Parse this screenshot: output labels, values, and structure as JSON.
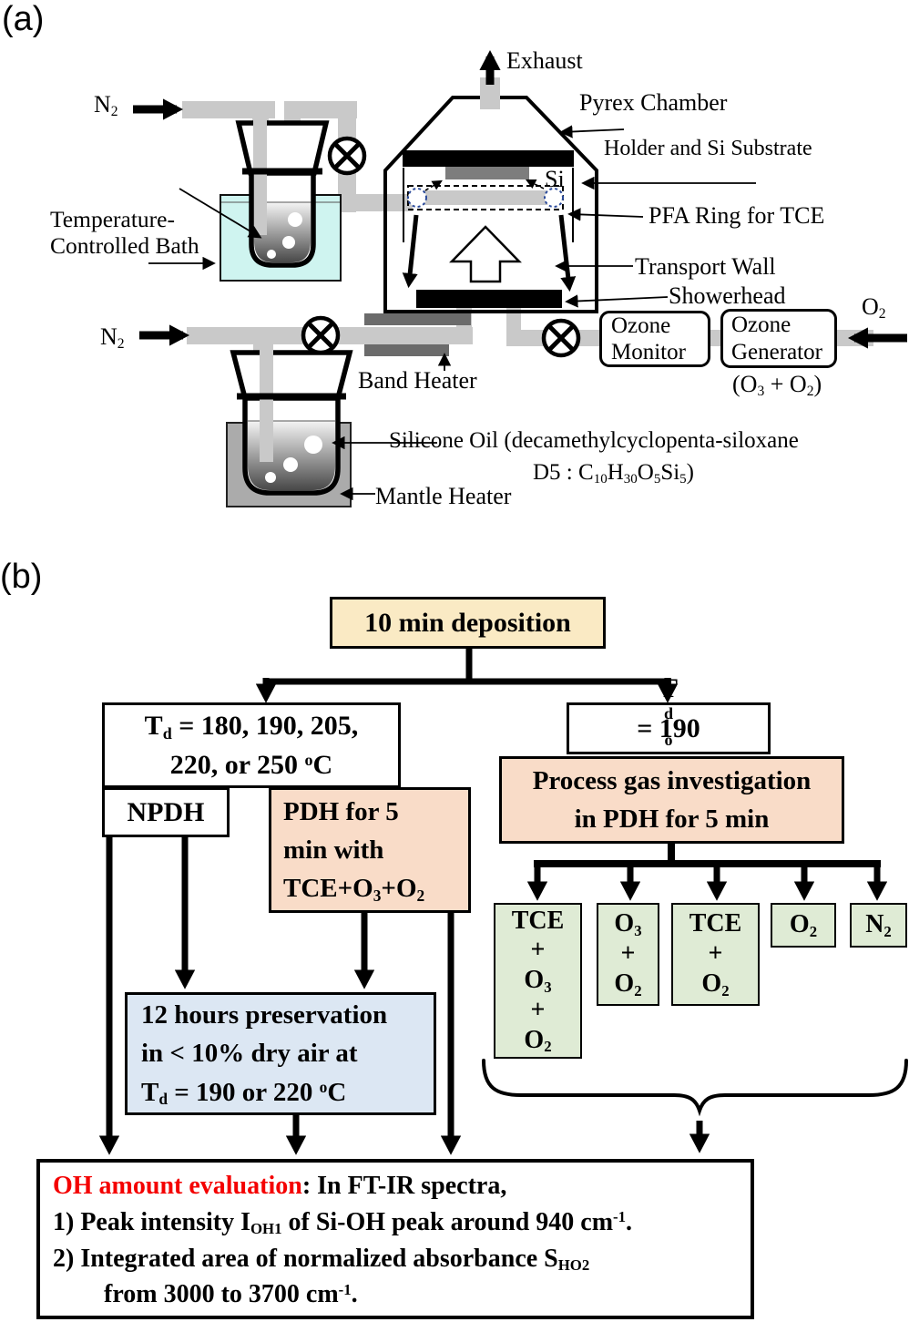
{
  "figure": {
    "type": "two-panel scientific figure"
  },
  "colors": {
    "deposition_fill": "#FAEAC4",
    "pink_fill": "#F9DCC8",
    "blue_fill": "#DCE7F3",
    "green_fill": "#DFEBD5",
    "bath_fill": "#CFF4F0",
    "pipe_gray": "#C9C9C9",
    "band_heater_dark": "#6B6B6B",
    "mantle_gray": "#ABABAB",
    "holder_black": "#000000",
    "substrate_gray": "#7D7D7D",
    "red_text": "#F40000"
  },
  "panel_a": {
    "label": "(a)",
    "labels": {
      "n2_top": "N<sub>2</sub>",
      "n2_bottom": "N<sub>2</sub>",
      "exhaust": "Exhaust",
      "pyrex_chamber": "Pyrex Chamber",
      "holder_substrate": "Holder and Si Substrate",
      "si": "Si",
      "pfa_ring": "PFA Ring for TCE",
      "transport_wall": "Transport Wall",
      "showerhead": "Showerhead",
      "o2_feed": "O<sub>2</sub>",
      "ozone_monitor_line1": "Ozone",
      "ozone_monitor_line2": "Monitor",
      "ozone_generator_line1": "Ozone",
      "ozone_generator_line2": "Generator",
      "o3_plus_o2": "(O<sub>3</sub> + O<sub>2</sub>)",
      "temp_bath_line1": "Temperature-",
      "temp_bath_line2": "Controlled Bath",
      "band_heater": "Band Heater",
      "silicone_oil_line1": "Silicone Oil  (decamethylcyclopenta-siloxane",
      "silicone_oil_line2": "D5 : C<sub>10</sub>H<sub>30</sub>O<sub>5</sub>Si<sub>5</sub>)",
      "mantle_heater": "Mantle Heater"
    }
  },
  "panel_b": {
    "label": "(b)",
    "boxes": {
      "deposition": "10 min deposition",
      "td_left_line1": "T<sub>d</sub> = 180, 190, 205,",
      "td_left_line2": "220, or 250 <sup>o</sup>C",
      "td_right": "T<sub>d</sub> = 190 <sup>o</sup>C",
      "npdh": "NPDH",
      "pdh_line1": "PDH for 5",
      "pdh_line2": "min with",
      "pdh_line3": "TCE+O<sub>3</sub>+O<sub>2</sub>",
      "process_gas_line1": "Process gas investigation",
      "process_gas_line2": "in PDH for 5 min",
      "preservation_line1": "12 hours preservation",
      "preservation_line2": "in < 10% dry air at",
      "preservation_line3": "T<sub>d</sub> = 190 or 220 <sup>o</sup>C",
      "gas_boxes": [
        {
          "name": "tce-o3-o2",
          "lines": [
            "TCE",
            "+",
            "O<sub>3</sub>",
            "+",
            "O<sub>2</sub>"
          ]
        },
        {
          "name": "o3-o2",
          "lines": [
            "O<sub>3</sub>",
            "+",
            "O<sub>2</sub>"
          ]
        },
        {
          "name": "tce-o2",
          "lines": [
            "TCE",
            "+",
            "O<sub>2</sub>"
          ]
        },
        {
          "name": "o2",
          "lines": [
            "O<sub>2</sub>"
          ]
        },
        {
          "name": "n2",
          "lines": [
            "N<sub>2</sub>"
          ]
        }
      ],
      "evaluation": {
        "heading_red": "OH amount evaluation",
        "heading_rest": ": In FT-IR spectra,",
        "item1": "1) Peak intensity I<sub>OH1</sub> of Si-OH peak around 940 cm<sup>-1</sup>.",
        "item2": "2) Integrated area of normalized absorbance S<sub>HO2</sub>",
        "item2_cont": "from 3000 to 3700 cm<sup>-1</sup>."
      }
    }
  }
}
